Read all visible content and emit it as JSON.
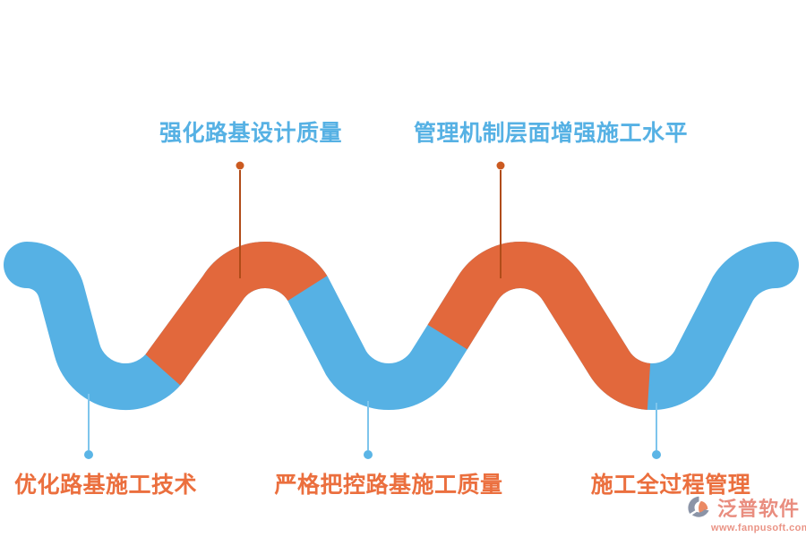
{
  "diagram": {
    "description": "Serpentine process ribbon with five construction-quality steps",
    "top_labels": [
      {
        "text": "强化路基设计质量"
      },
      {
        "text": "管理机制层面增强施工水平"
      }
    ],
    "bottom_labels": [
      {
        "text": "优化路基施工技术"
      },
      {
        "text": "严格把控路基施工质量"
      },
      {
        "text": "施工全过程管理"
      }
    ]
  },
  "watermark": {
    "brand": "泛普软件",
    "website": "www.fanpusoft.com"
  },
  "colors": {
    "wave_blue": "#56b1e4",
    "wave_orange": "#e2683c",
    "label_blue": "#56b1e4",
    "label_orange": "#eb6f3e",
    "top_marker_line": "#b04c19",
    "top_marker_dot": "#cb5a20",
    "bottom_marker_line": "#7ec5ec",
    "bottom_marker_dot": "#5bb5e6",
    "logo_salmon": "#e98d7f",
    "logo_gray_blue": "#8b94a7",
    "background": "#ffffff"
  }
}
